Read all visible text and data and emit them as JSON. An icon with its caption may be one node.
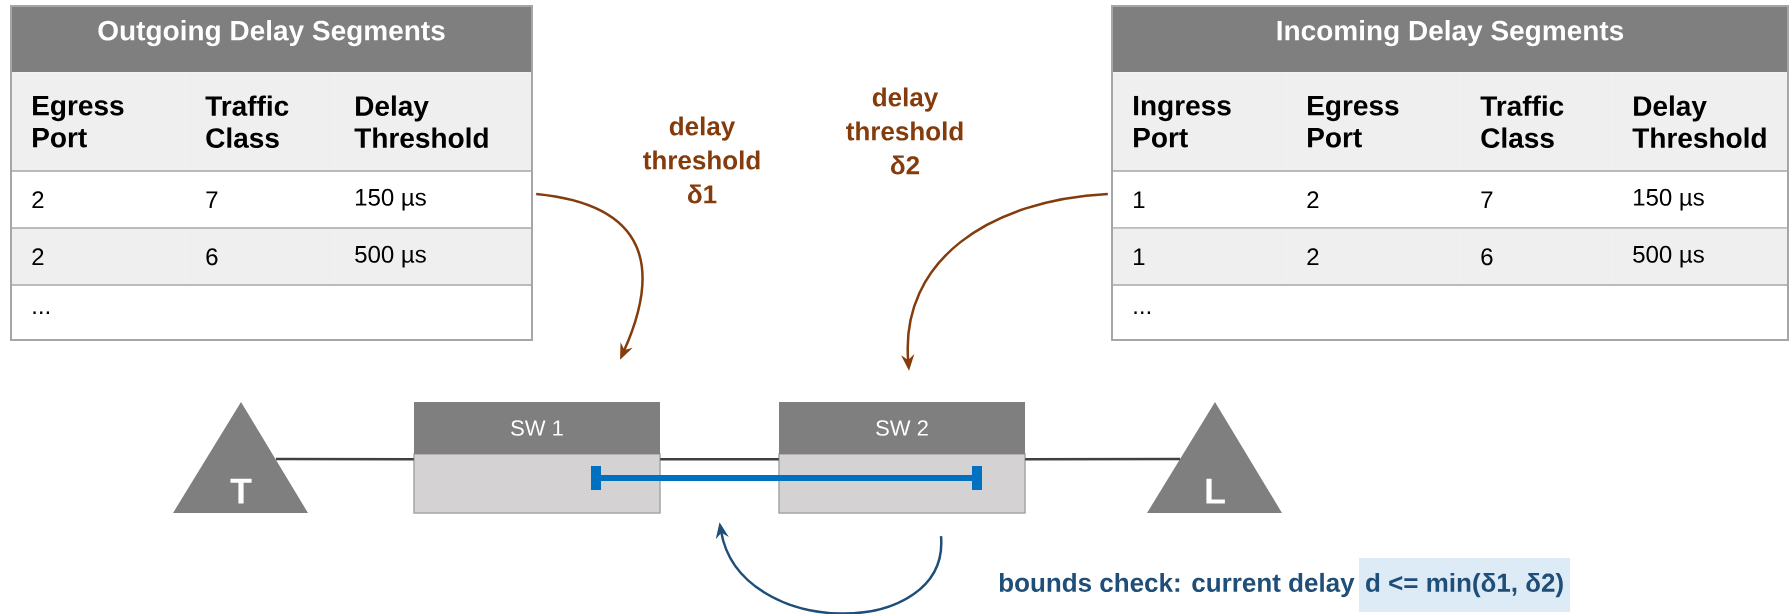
{
  "diagram": {
    "nodes": [
      {
        "text": [
          "Outgoing Delay Segments"
        ]
      },
      {
        "text": [
          "Incoming Delay Segments"
        ]
      },
      {
        "text": [
          "T"
        ]
      },
      {
        "text": [
          "SW 1"
        ]
      },
      {
        "text": [
          "SW 2"
        ]
      },
      {
        "text": [
          "L"
        ]
      },
      {
        "text": [],
        "shape": "bar"
      }
    ],
    "edges": [
      {
        "from": 2,
        "to": 3,
        "arrow": "none"
      },
      {
        "from": 3,
        "to": 4,
        "arrow": "none"
      },
      {
        "from": 4,
        "to": 5,
        "arrow": "none"
      },
      {
        "from": 0,
        "to": 3,
        "arrow": "to",
        "label": "delay threshold δ1",
        "color": "#843c0c"
      },
      {
        "from": 1,
        "to": 4,
        "arrow": "to",
        "label": "delay threshold δ2",
        "color": "#843c0c"
      },
      {
        "from": 4,
        "to": 6,
        "arrow": "to",
        "color": "#1f4e79"
      }
    ],
    "labels": [
      "Egress Port",
      "Traffic Class",
      "Delay Threshold",
      "2",
      "7",
      "150 µs",
      "2",
      "6",
      "500 µs",
      "...",
      "Ingress Port",
      "Egress Port",
      "Traffic Class",
      "Delay Threshold",
      "1",
      "2",
      "7",
      "150 µs",
      "1",
      "2",
      "6",
      "500 µs",
      "...",
      "bounds check: current delay",
      "d <= min(δ1, δ2)"
    ]
  }
}
